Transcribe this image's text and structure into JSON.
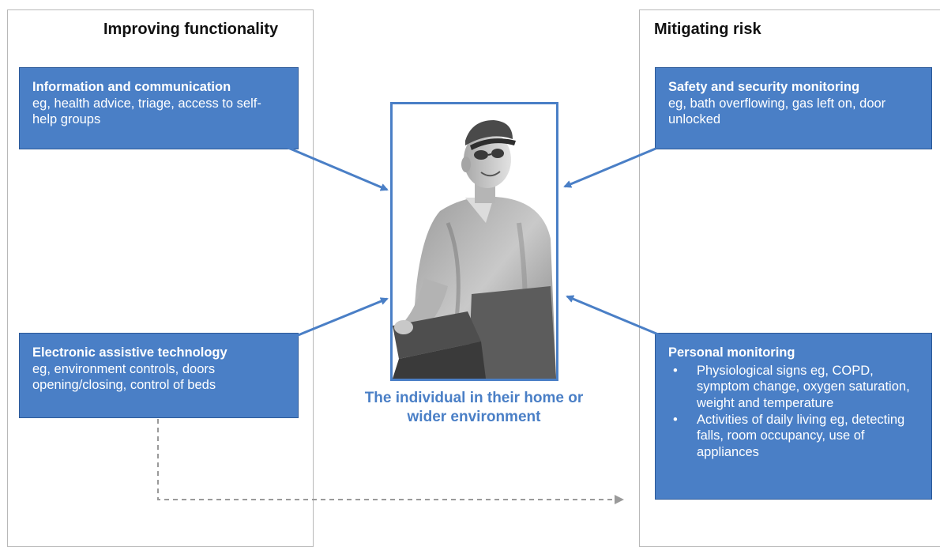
{
  "headings": {
    "left": "Improving functionality",
    "right": "Mitigating risk"
  },
  "boxes": {
    "info": {
      "title": "Information and communication",
      "body": "eg, health advice, triage, access to self-help groups"
    },
    "eat": {
      "title": "Electronic assistive technology",
      "body": "eg, environment controls, doors opening/closing, control of beds"
    },
    "safety": {
      "title": "Safety and security monitoring",
      "body": "eg, bath overflowing, gas left on, door unlocked"
    },
    "personal": {
      "title": "Personal monitoring",
      "items": [
        "Physiological signs eg, COPD, symptom change, oxygen saturation, weight and temperature",
        "Activities of daily living eg, detecting falls, room occupancy, use of appliances"
      ]
    }
  },
  "center": {
    "caption": "The individual in their home or wider environment"
  },
  "colors": {
    "accent": "#4a7fc6",
    "panel_border": "#b8b8b8",
    "dashed_arrow": "#9a9a9a"
  }
}
